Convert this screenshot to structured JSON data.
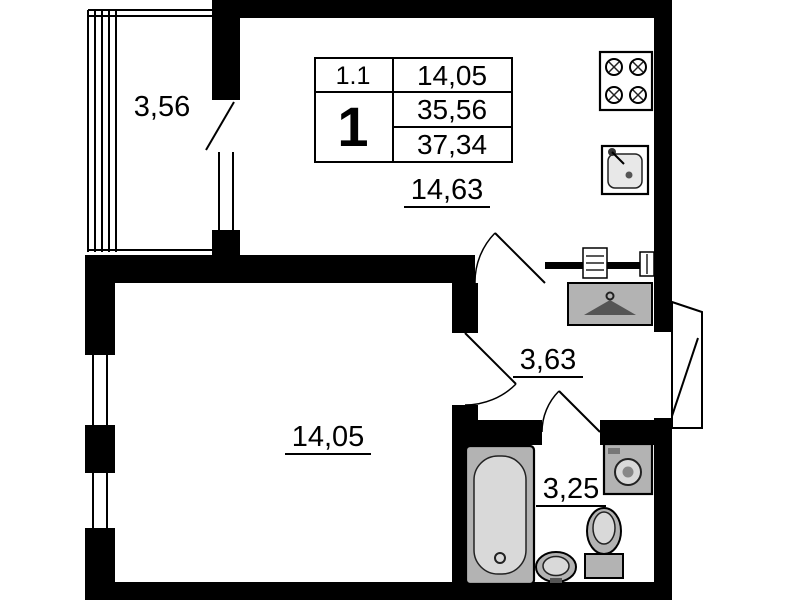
{
  "plan": {
    "info_table": {
      "type_label": "1.1",
      "living_room_area": "14,05",
      "room_count": "1",
      "living_area": "35,56",
      "total_area": "37,34"
    },
    "rooms": {
      "balcony": {
        "area": "3,56"
      },
      "kitchen": {
        "area": "14,63"
      },
      "hallway": {
        "area": "3,63"
      },
      "living_room": {
        "area": "14,05"
      },
      "bathroom": {
        "area": "3,25"
      }
    },
    "icons": {
      "stove": "stove-icon",
      "kitchen_sink": "kitchen-sink-icon",
      "wardrobe": "wardrobe-hanger-icon",
      "bathtub": "bathtub-icon",
      "washing_machine": "washing-machine-icon",
      "toilet": "toilet-icon",
      "washbasin": "washbasin-icon",
      "electrical_panel": "electrical-panel-icon"
    },
    "colors": {
      "wall": "#000000",
      "fixture_fill": "#b3b3b3",
      "fixture_fill_light": "#d9d9d9",
      "background": "#ffffff"
    }
  }
}
